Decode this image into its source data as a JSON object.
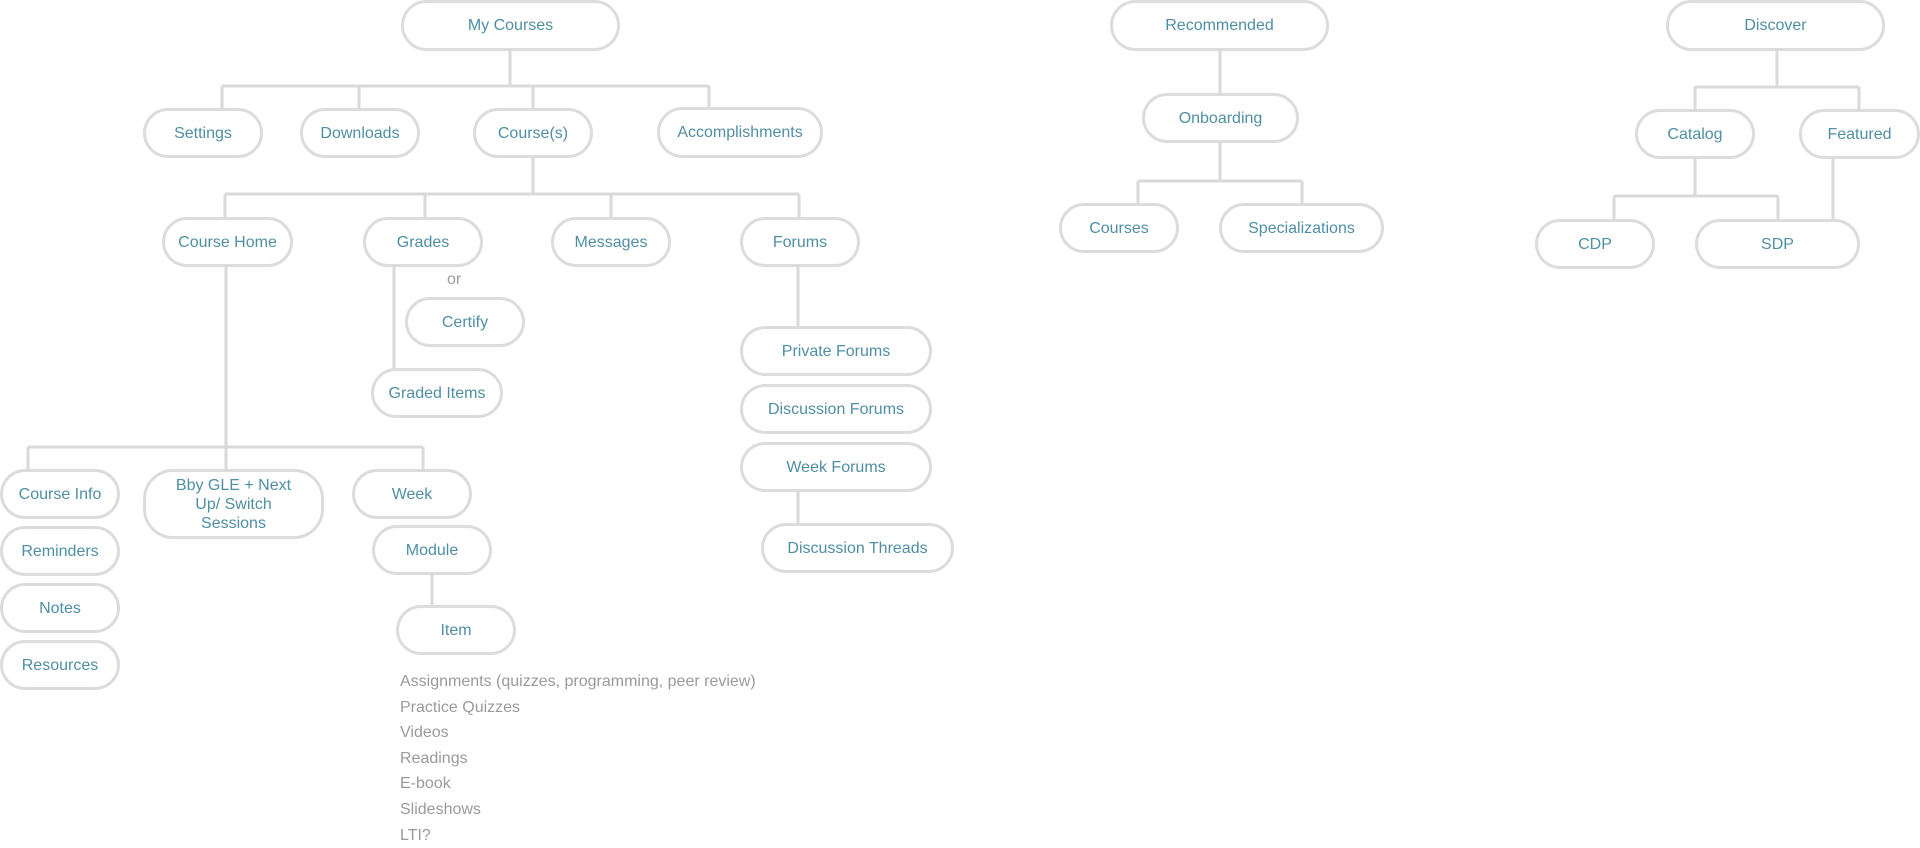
{
  "trees": {
    "my_courses": {
      "root": "My Courses",
      "level1": [
        "Settings",
        "Downloads",
        "Course(s)",
        "Accomplishments"
      ],
      "course_children": [
        "Course Home",
        "Grades",
        "Messages",
        "Forums"
      ],
      "grades": {
        "or_label": "or",
        "certify": "Certify",
        "graded_items": "Graded Items"
      },
      "course_home_children": [
        "Course Info",
        "Bby GLE + Next Up/ Switch Sessions",
        "Week"
      ],
      "course_info_group": [
        "Reminders",
        "Notes",
        "Resources"
      ],
      "week_children": {
        "module": "Module",
        "item": "Item"
      },
      "item_types": [
        "Assignments (quizzes, programming, peer review)",
        "Practice Quizzes",
        "Videos",
        "Readings",
        "E-book",
        "Slideshows",
        "LTI?"
      ],
      "forums_children": [
        "Private Forums",
        "Discussion Forums",
        "Week Forums"
      ],
      "week_forums_child": "Discussion Threads"
    },
    "recommended": {
      "root": "Recommended",
      "child": "Onboarding",
      "onboarding_children": [
        "Courses",
        "Specializations"
      ]
    },
    "discover": {
      "root": "Discover",
      "children": [
        "Catalog",
        "Featured"
      ],
      "leaves": [
        "CDP",
        "SDP"
      ]
    }
  },
  "colors": {
    "node_text": "#4f8fa4",
    "node_border": "#dcdcdc",
    "connector": "#d9d9d9",
    "muted_text": "#9a9a9a"
  }
}
